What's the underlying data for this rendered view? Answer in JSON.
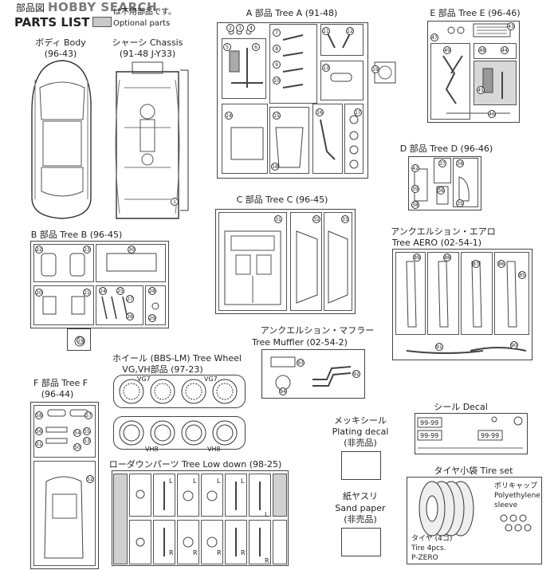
{
  "header": {
    "parts_jp": "部品図",
    "parts_en": "PARTS LIST",
    "watermark": "HOBBY SEARCH",
    "optional_jp": "は不用部品です。",
    "optional_en": "Optional parts"
  },
  "body": {
    "title": "ボディ Body",
    "code": "(96-43)"
  },
  "chassis": {
    "title": "シャーシ Chassis",
    "code": "(91-48 J-Y33)",
    "parts": [
      "1"
    ]
  },
  "tree_a": {
    "title": "A 部品 Tree A (91-48)",
    "parts": [
      "2",
      "3",
      "4",
      "5",
      "6",
      "7",
      "8",
      "9",
      "10",
      "11",
      "12",
      "13",
      "14",
      "15",
      "16",
      "17",
      "18",
      "19"
    ]
  },
  "tree_e": {
    "title": "E 部品 Tree E (96-46)",
    "parts": [
      "43",
      "44",
      "45",
      "46",
      "47",
      "48",
      "49"
    ]
  },
  "tree_d": {
    "title": "D 部品 Tree D (96-46)",
    "parts": [
      "34",
      "35",
      "36",
      "37",
      "38",
      "39",
      "42"
    ]
  },
  "tree_c": {
    "title": "C 部品 Tree C (96-45)",
    "parts": [
      "31",
      "32",
      "33"
    ]
  },
  "tree_b": {
    "title": "B 部品 Tree B (96-45)",
    "parts": [
      "19",
      "20",
      "21",
      "22",
      "23",
      "24",
      "25",
      "26",
      "27",
      "28",
      "29",
      "30"
    ]
  },
  "tree_aero": {
    "title_jp": "アンクエルション・エアロ",
    "title_en": "Tree AERO (02-54-1)",
    "parts": [
      "85",
      "86",
      "87",
      "88",
      "89",
      "90",
      "91"
    ]
  },
  "tree_muffler": {
    "title_jp": "アンクエルション・マフラー",
    "title_en": "Tree Muffler (02-54-2)",
    "parts": [
      "92",
      "93",
      "94"
    ]
  },
  "tree_wheel": {
    "title": "ホイール (BBS-LM) Tree Wheel",
    "subtitle": "VG,VH部品 (97-23)",
    "vg": "VG7",
    "vh": "VH8"
  },
  "tree_f": {
    "title": "F 部品 Tree F",
    "code": "(96-44)",
    "parts": [
      "50",
      "51",
      "52",
      "53",
      "54",
      "55",
      "56",
      "57",
      "58"
    ]
  },
  "tree_lowdown": {
    "title": "ローダウンパーツ Tree Low down (98-25)",
    "letters": [
      "L",
      "L",
      "L",
      "L",
      "R",
      "R",
      "R",
      "R",
      "L",
      "R"
    ]
  },
  "decal": {
    "title": "シール Decal",
    "number": "99-99"
  },
  "plating_decal": {
    "title_jp": "メッキシール",
    "title_en": "Plating decal",
    "note": "(非売品)"
  },
  "sand_paper": {
    "title_jp": "紙ヤスリ",
    "title_en": "Sand paper",
    "note": "(非売品)"
  },
  "tire_set": {
    "title": "タイヤ小袋 Tire set",
    "sleeve_jp": "ポリキャップ",
    "sleeve_en1": "Polyethylene",
    "sleeve_en2": "sleeve",
    "tire_jp": "タイヤ (4コ)",
    "tire_en": "Tire 4pcs.",
    "tire_brand": "P-ZERO"
  }
}
